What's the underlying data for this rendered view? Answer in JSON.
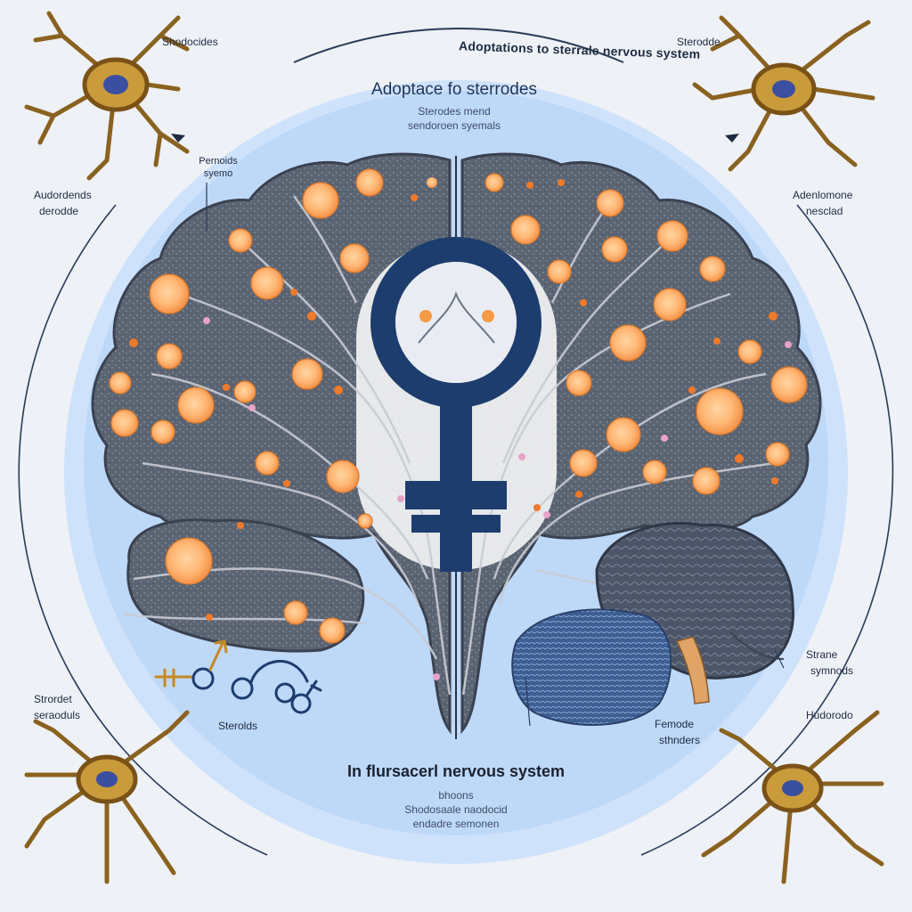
{
  "title": "Adoptations to sterrale nervous system",
  "heading": "Adoptace fo sterrodes",
  "subtitle": [
    "Sterodes mend",
    "sendoroen syemals"
  ],
  "labels": {
    "top_left": "Shodocides",
    "top_right": "Sterodde",
    "pernoids": [
      "Pernoids",
      "syemo"
    ],
    "left_side": [
      "Audordends",
      "derodde"
    ],
    "right_side": [
      "Adenlomone",
      "nesclad"
    ],
    "strane": [
      "Strane",
      "symnods"
    ],
    "bottom_left": [
      "Strordet",
      "seraoduls"
    ],
    "bottom_right": "Hudorodo",
    "steroids": "Sterolds",
    "female": [
      "Femode",
      "sthnders"
    ]
  },
  "bottom": {
    "heading": "In flursacerl nervous system",
    "lines": [
      "bhoons",
      "Shodosaale naodocid",
      "endadre semonen"
    ]
  },
  "colors": {
    "background_circle": "#cfe2fb",
    "female_symbol": "#1d3d6e",
    "node_orange": "#f59a45",
    "brain_gray": "#5b6472"
  },
  "icons": [
    "neuron-cell",
    "female-symbol",
    "molecule-symbols",
    "arrow-head"
  ]
}
